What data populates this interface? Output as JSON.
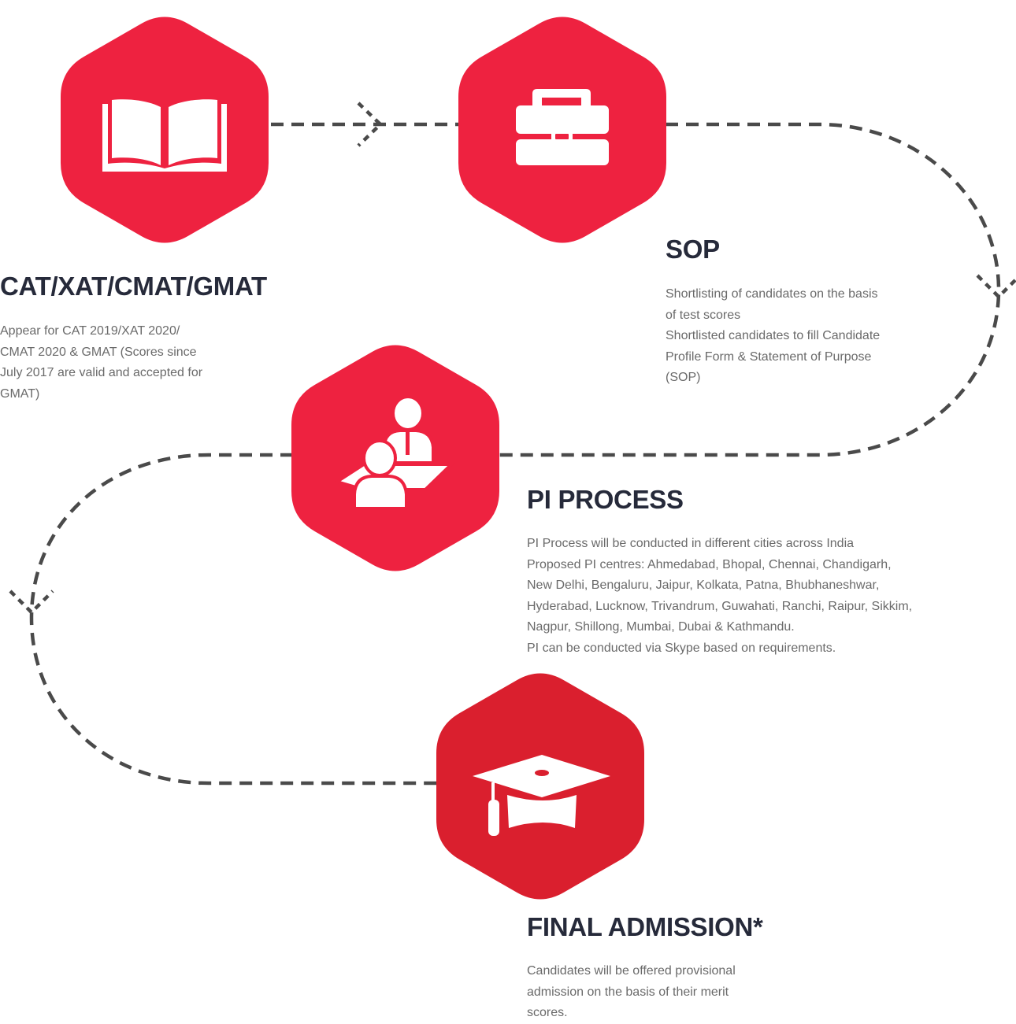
{
  "accent_color": "#ee2240",
  "accent_color_final": "#da1f2e",
  "connector_color": "#4a4a4a",
  "steps": [
    {
      "icon": "open-book-icon",
      "title": "CAT/XAT/CMAT/GMAT",
      "lines": [
        "Appear for CAT 2019/XAT 2020/",
        "CMAT 2020 & GMAT (Scores since",
        "July 2017 are valid and accepted for",
        "GMAT)"
      ]
    },
    {
      "icon": "briefcase-icon",
      "title": "SOP",
      "lines": [
        "Shortlisting of candidates on the basis",
        "of test scores",
        "Shortlisted candidates to fill Candidate",
        "Profile Form & Statement of Purpose",
        "(SOP)"
      ]
    },
    {
      "icon": "interview-icon",
      "title": "PI PROCESS",
      "lines": [
        "PI Process will be conducted in different cities across India",
        "Proposed PI centres: Ahmedabad, Bhopal, Chennai, Chandigarh,",
        "New Delhi, Bengaluru, Jaipur, Kolkata, Patna, Bhubhaneshwar,",
        "Hyderabad, Lucknow, Trivandrum, Guwahati, Ranchi, Raipur, Sikkim,",
        "Nagpur, Shillong, Mumbai, Dubai & Kathmandu.",
        "PI can be conducted via Skype based on requirements."
      ]
    },
    {
      "icon": "graduation-cap-icon",
      "title": "FINAL ADMISSION*",
      "lines": [
        "Candidates will be offered provisional",
        "admission on the basis of their merit",
        "scores."
      ]
    }
  ]
}
